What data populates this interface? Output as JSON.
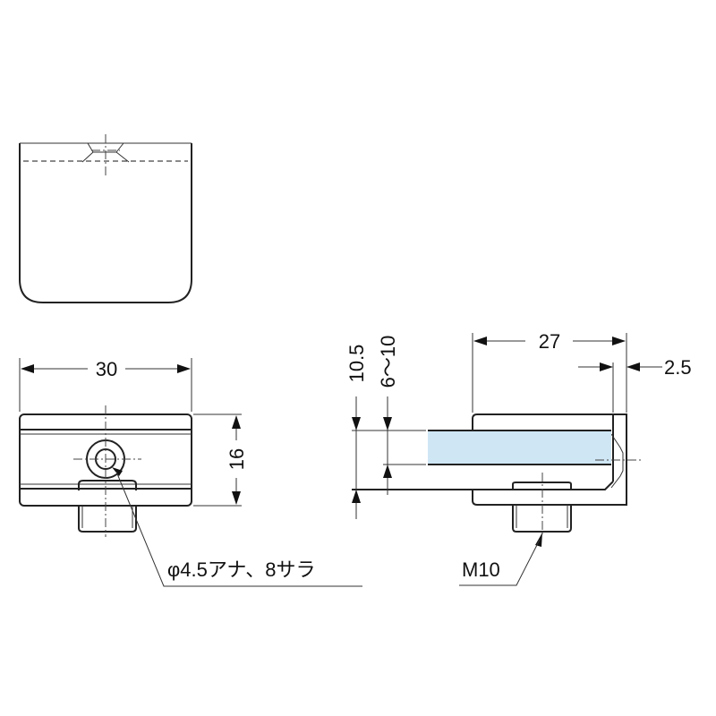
{
  "dimensions": {
    "width_front": "30",
    "height_front": "16",
    "depth_side": "27",
    "lip": "2.5",
    "height_total": "10.5",
    "glass_thickness": "6～10"
  },
  "annotations": {
    "hole": "φ4.5アナ、8サラ",
    "thread": "M10"
  },
  "colors": {
    "glass": "#cfe6f5",
    "line": "#222222"
  }
}
